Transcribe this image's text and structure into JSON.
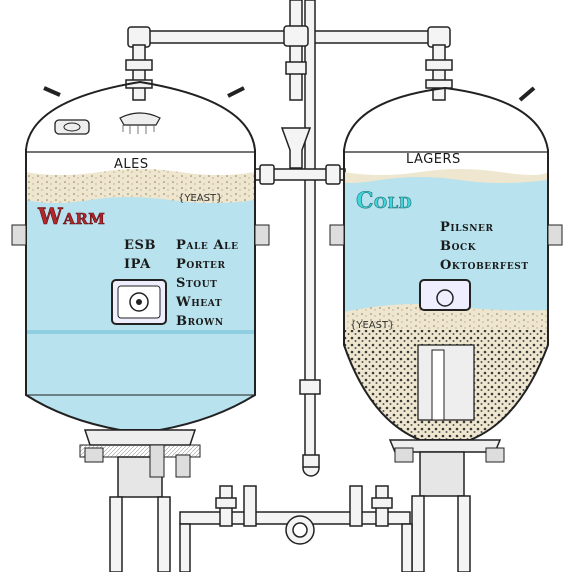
{
  "ales_tank": {
    "title": "ALES",
    "yeast_label": "{YEAST}",
    "temperature_label": "Warm",
    "beers_left": [
      "ESB",
      "IPA"
    ],
    "beers_right": [
      "Pale Ale",
      "Porter",
      "Stout",
      "Wheat",
      "Brown"
    ]
  },
  "lagers_tank": {
    "title": "LAGERS",
    "yeast_label": "{YEAST}",
    "temperature_label": "Cold",
    "beers": [
      "Pilsner",
      "Bock",
      "Oktoberfest"
    ]
  },
  "colors": {
    "liquid": "#b7e2ee",
    "foam": "#efe6cf",
    "warm": "#b3262b",
    "cold": "#3fd6dc",
    "line": "#222222"
  }
}
